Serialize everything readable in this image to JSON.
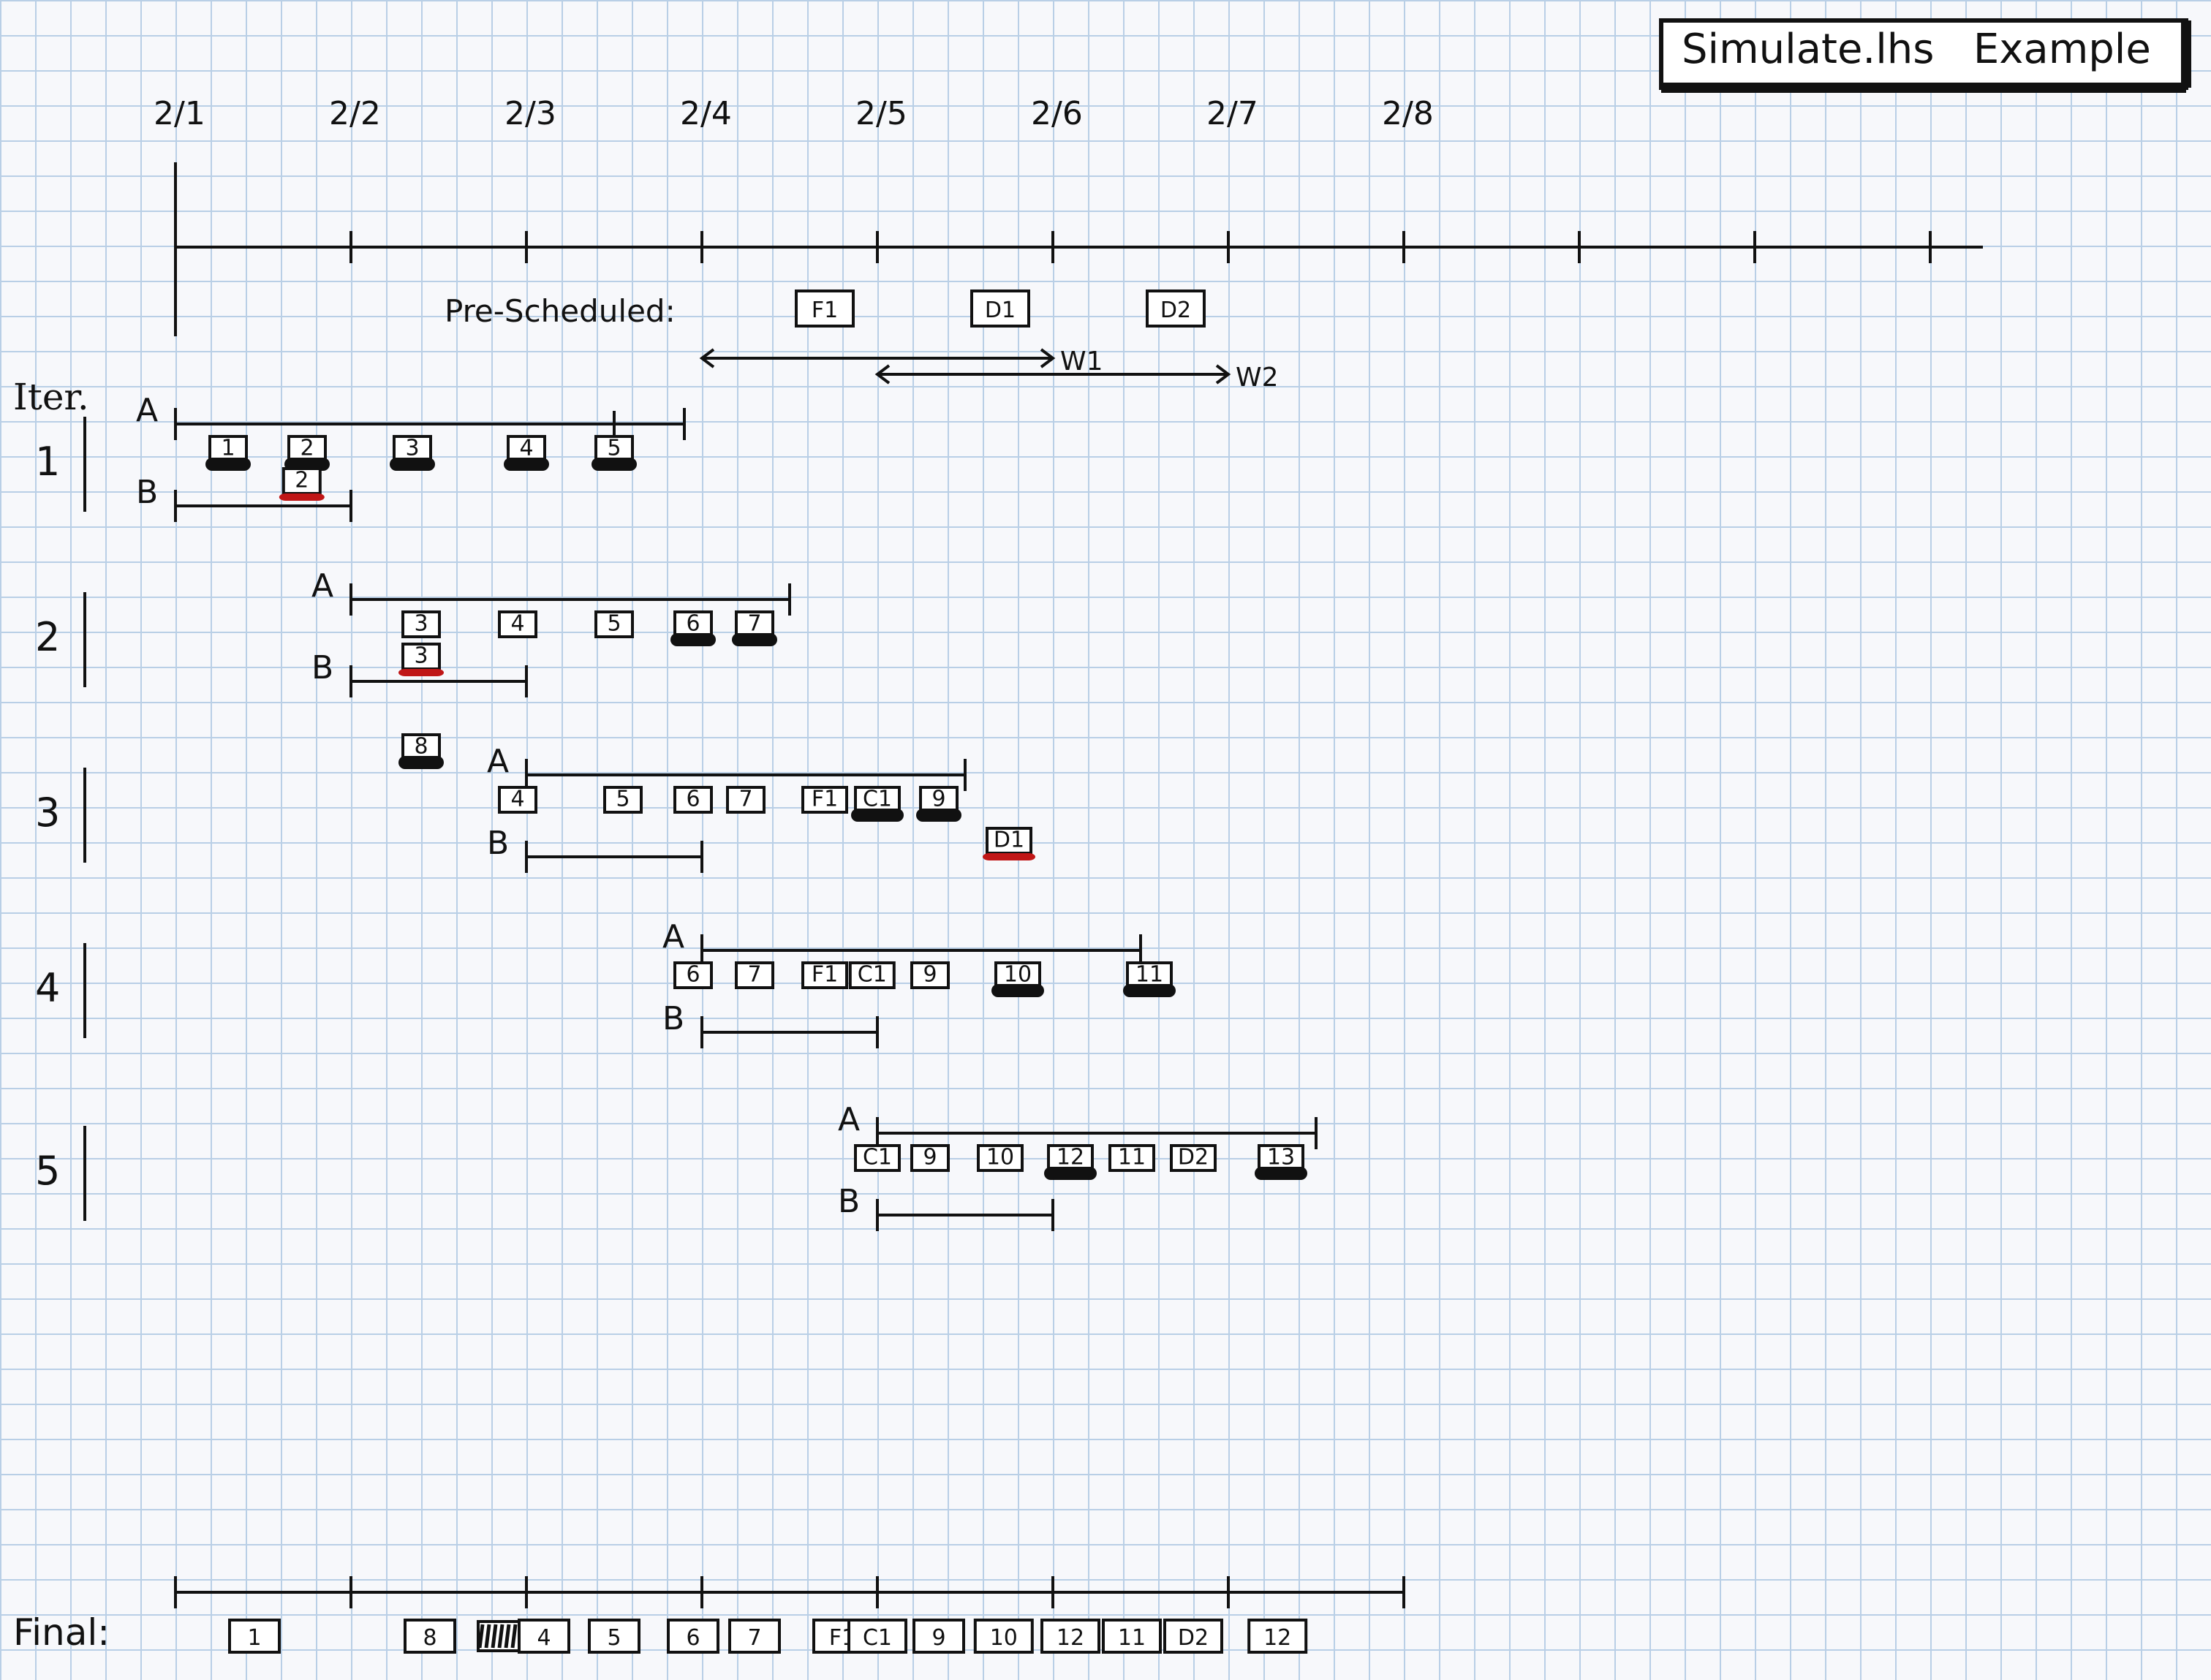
{
  "title": "Simulate.lhs   Example",
  "dates": [
    "2/1",
    "2/2",
    "2/3",
    "2/4",
    "2/5",
    "2/6",
    "2/7",
    "2/8"
  ],
  "prescheduled": {
    "label": "Pre-Scheduled:",
    "items": [
      {
        "label": "F1",
        "day": 3.7
      },
      {
        "label": "D1",
        "day": 4.7
      },
      {
        "label": "D2",
        "day": 5.7
      }
    ],
    "windows": [
      {
        "label": "W1",
        "start": 3,
        "end": 5
      },
      {
        "label": "W2",
        "start": 4,
        "end": 6
      }
    ]
  },
  "iter_label": "Iter.",
  "iterations": [
    {
      "number": "1",
      "lines": [
        {
          "label": "A",
          "start": 0,
          "end": 2.9,
          "ticks": [
            2.5
          ],
          "items": [
            {
              "label": "1",
              "day": 0.3,
              "mark": "black"
            },
            {
              "label": "2",
              "day": 0.75,
              "mark": "black"
            },
            {
              "label": "3",
              "day": 1.35,
              "mark": "black"
            },
            {
              "label": "4",
              "day": 2.0,
              "mark": "black"
            },
            {
              "label": "5",
              "day": 2.5,
              "mark": "black"
            }
          ]
        },
        {
          "label": "B",
          "start": 0,
          "end": 1,
          "ticks": [],
          "items": [
            {
              "label": "2",
              "day": 0.72,
              "mark": "red",
              "pos": "above"
            }
          ]
        }
      ]
    },
    {
      "number": "2",
      "lines": [
        {
          "label": "A",
          "start": 1,
          "end": 3.5,
          "ticks": [],
          "items": [
            {
              "label": "3",
              "day": 1.4,
              "mark": "none"
            },
            {
              "label": "4",
              "day": 1.95,
              "mark": "none"
            },
            {
              "label": "5",
              "day": 2.5,
              "mark": "none"
            },
            {
              "label": "6",
              "day": 2.95,
              "mark": "black"
            },
            {
              "label": "7",
              "day": 3.3,
              "mark": "black"
            }
          ]
        },
        {
          "label": "B",
          "start": 1,
          "end": 2,
          "ticks": [],
          "items": [
            {
              "label": "3",
              "day": 1.4,
              "mark": "red",
              "pos": "above"
            },
            {
              "label": "8",
              "day": 1.4,
              "mark": "black",
              "pos": "below"
            }
          ]
        }
      ]
    },
    {
      "number": "3",
      "lines": [
        {
          "label": "A",
          "start": 2,
          "end": 4.5,
          "ticks": [],
          "items": [
            {
              "label": "4",
              "day": 1.95,
              "mark": "none"
            },
            {
              "label": "5",
              "day": 2.55,
              "mark": "none"
            },
            {
              "label": "6",
              "day": 2.95,
              "mark": "none"
            },
            {
              "label": "7",
              "day": 3.25,
              "mark": "none"
            },
            {
              "label": "F1",
              "day": 3.7,
              "mark": "none"
            },
            {
              "label": "C1",
              "day": 4.0,
              "mark": "black"
            },
            {
              "label": "9",
              "day": 4.35,
              "mark": "black"
            },
            {
              "label": "D1",
              "day": 4.75,
              "mark": "red",
              "pos": "below"
            }
          ]
        },
        {
          "label": "B",
          "start": 2,
          "end": 3,
          "ticks": [],
          "items": []
        }
      ]
    },
    {
      "number": "4",
      "lines": [
        {
          "label": "A",
          "start": 3,
          "end": 5.5,
          "ticks": [
            5.5
          ],
          "items": [
            {
              "label": "6",
              "day": 2.95,
              "mark": "none"
            },
            {
              "label": "7",
              "day": 3.3,
              "mark": "none"
            },
            {
              "label": "F1",
              "day": 3.7,
              "mark": "none"
            },
            {
              "label": "C1",
              "day": 3.97,
              "mark": "none"
            },
            {
              "label": "9",
              "day": 4.3,
              "mark": "none"
            },
            {
              "label": "10",
              "day": 4.8,
              "mark": "black"
            },
            {
              "label": "11",
              "day": 5.55,
              "mark": "black"
            }
          ]
        },
        {
          "label": "B",
          "start": 3,
          "end": 4,
          "ticks": [],
          "items": []
        }
      ]
    },
    {
      "number": "5",
      "lines": [
        {
          "label": "A",
          "start": 4,
          "end": 6.5,
          "ticks": [],
          "items": [
            {
              "label": "C1",
              "day": 4.0,
              "mark": "none"
            },
            {
              "label": "9",
              "day": 4.3,
              "mark": "none"
            },
            {
              "label": "10",
              "day": 4.7,
              "mark": "none"
            },
            {
              "label": "12",
              "day": 5.1,
              "mark": "black"
            },
            {
              "label": "11",
              "day": 5.45,
              "mark": "none"
            },
            {
              "label": "D2",
              "day": 5.8,
              "mark": "none"
            },
            {
              "label": "13",
              "day": 6.3,
              "mark": "black"
            }
          ]
        },
        {
          "label": "B",
          "start": 4,
          "end": 5,
          "ticks": [],
          "items": []
        }
      ]
    }
  ],
  "final": {
    "label": "Final:",
    "start": 0,
    "end": 7,
    "items": [
      {
        "label": "1",
        "day": 0.45
      },
      {
        "label": "8",
        "day": 1.45
      },
      {
        "label": "",
        "day": 1.85,
        "scribble": true
      },
      {
        "label": "4",
        "day": 2.1
      },
      {
        "label": "5",
        "day": 2.5
      },
      {
        "label": "6",
        "day": 2.95
      },
      {
        "label": "7",
        "day": 3.3
      },
      {
        "label": "F1",
        "day": 3.8
      },
      {
        "label": "C1",
        "day": 4.0
      },
      {
        "label": "9",
        "day": 4.35
      },
      {
        "label": "10",
        "day": 4.72
      },
      {
        "label": "12",
        "day": 5.1
      },
      {
        "label": "11",
        "day": 5.45
      },
      {
        "label": "D2",
        "day": 5.8
      },
      {
        "label": "12",
        "day": 6.28
      }
    ]
  }
}
